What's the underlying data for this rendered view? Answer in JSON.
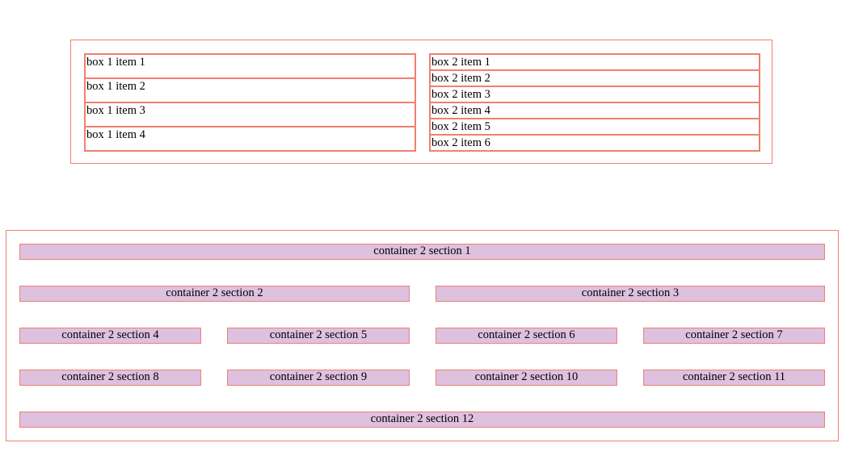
{
  "container1": {
    "box1": {
      "items": [
        "box 1 item 1",
        "box 1 item 2",
        "box 1 item 3",
        "box 1 item 4"
      ]
    },
    "box2": {
      "items": [
        "box 2 item 1",
        "box 2 item 2",
        "box 2 item 3",
        "box 2 item 4",
        "box 2 item 5",
        "box 2 item 6"
      ]
    }
  },
  "container2": {
    "sections": [
      "container 2 section 1",
      "container 2 section 2",
      "container 2 section 3",
      "container 2 section 4",
      "container 2 section 5",
      "container 2 section 6",
      "container 2 section 7",
      "container 2 section 8",
      "container 2 section 9",
      "container 2 section 10",
      "container 2 section 11",
      "container 2 section 12"
    ]
  },
  "colors": {
    "border": "#f08070",
    "section_fill": "#dec0df",
    "background": "#ffffff"
  }
}
